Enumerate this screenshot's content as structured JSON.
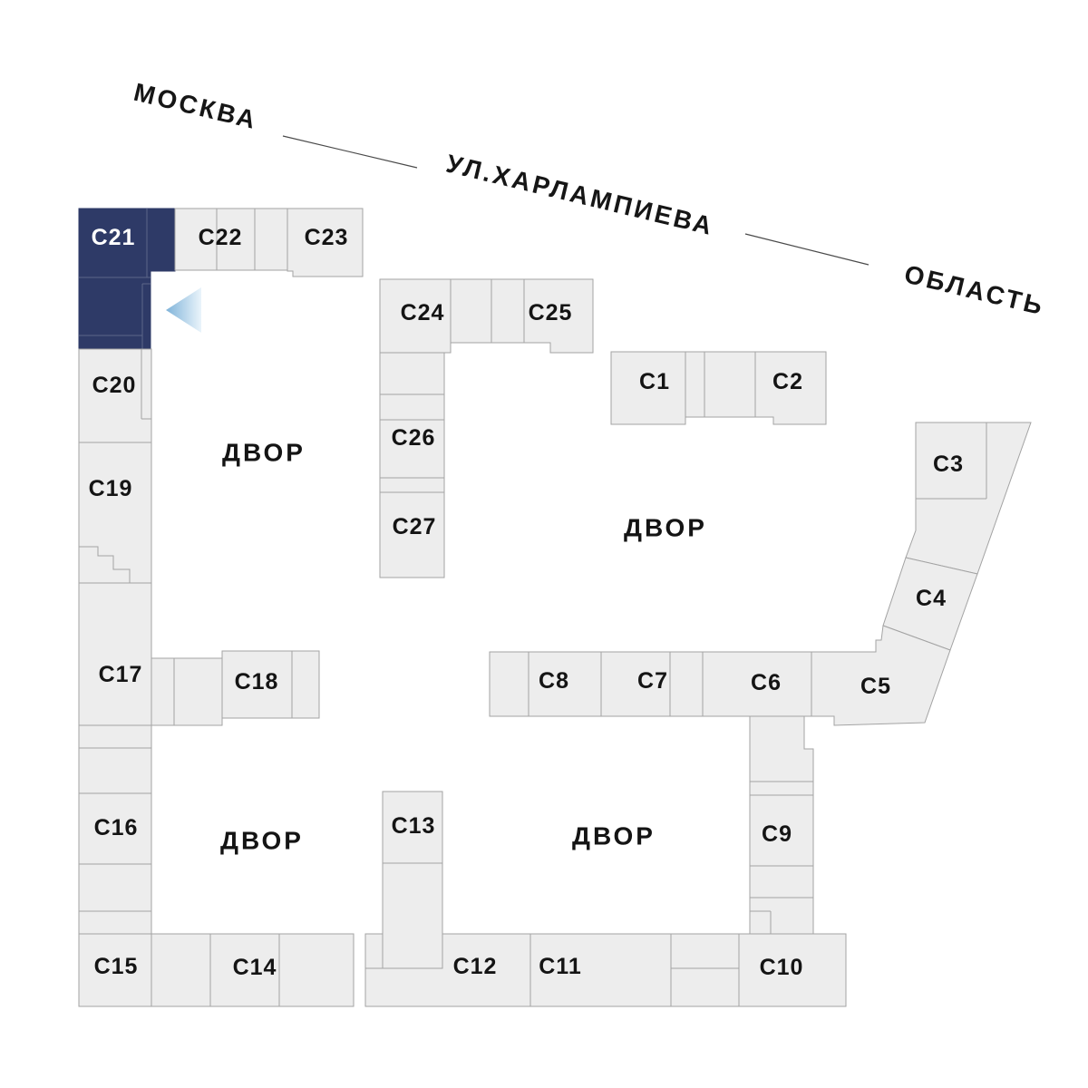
{
  "map": {
    "streets": {
      "moscow": "МОСКВА",
      "kharlampieva": "УЛ.ХАРЛАМПИЕВА",
      "oblast": "ОБЛАСТЬ"
    },
    "courtyards": [
      "ДВОР",
      "ДВОР",
      "ДВОР",
      "ДВОР"
    ],
    "selected_building": "С21",
    "buildings": {
      "c1": "С1",
      "c2": "С2",
      "c3": "С3",
      "c4": "С4",
      "c5": "С5",
      "c6": "С6",
      "c7": "С7",
      "c8": "С8",
      "c9": "С9",
      "c10": "С10",
      "c11": "С11",
      "c12": "С12",
      "c13": "С13",
      "c14": "С14",
      "c15": "С15",
      "c16": "С16",
      "c17": "С17",
      "c18": "С18",
      "c19": "С19",
      "c20": "С20",
      "c21": "С21",
      "c22": "С22",
      "c23": "С23",
      "c24": "С24",
      "c25": "С25",
      "c26": "С26",
      "c27": "С27"
    },
    "colors": {
      "page-bg": "#ffffff",
      "building-fill": "#ededed",
      "building-border": "#a3a3a3",
      "highlight-fill": "#2e3a67",
      "highlight-border": "#2e3a67",
      "highlight-divider": "#5c6689",
      "label-color": "#141414",
      "label-light": "#ffffff",
      "line-color": "#4a4a4a",
      "arrow-start": "#7fb3d9",
      "arrow-end": "#eaf4fb"
    }
  }
}
